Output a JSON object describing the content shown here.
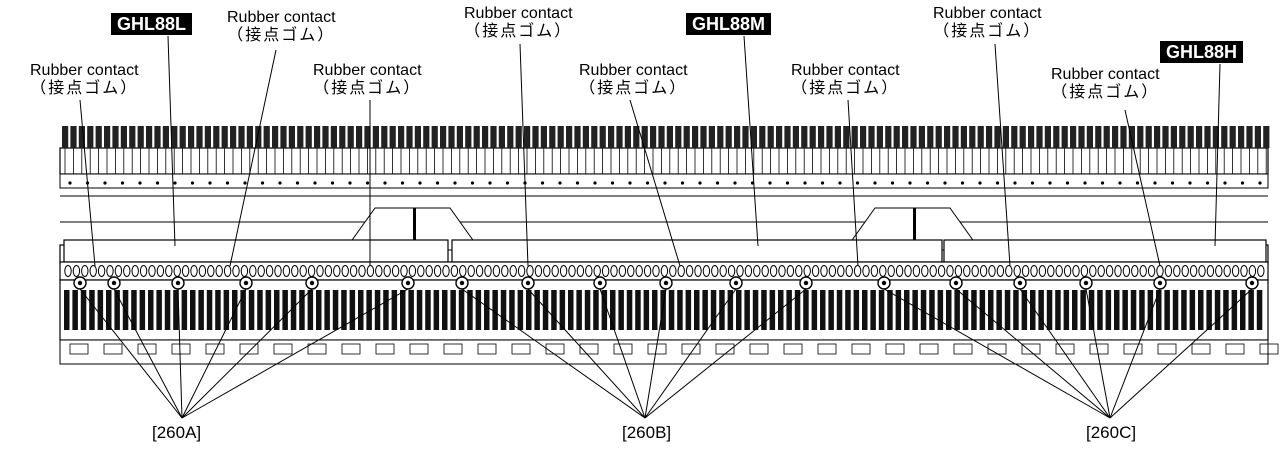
{
  "models": {
    "low": "GHL88L",
    "mid": "GHL88M",
    "high": "GHL88H"
  },
  "rubber_contact": {
    "en": "Rubber contact",
    "jp": "（接点ゴム）"
  },
  "refs": {
    "a": "[260A]",
    "b": "[260B]",
    "c": "[260C]"
  }
}
